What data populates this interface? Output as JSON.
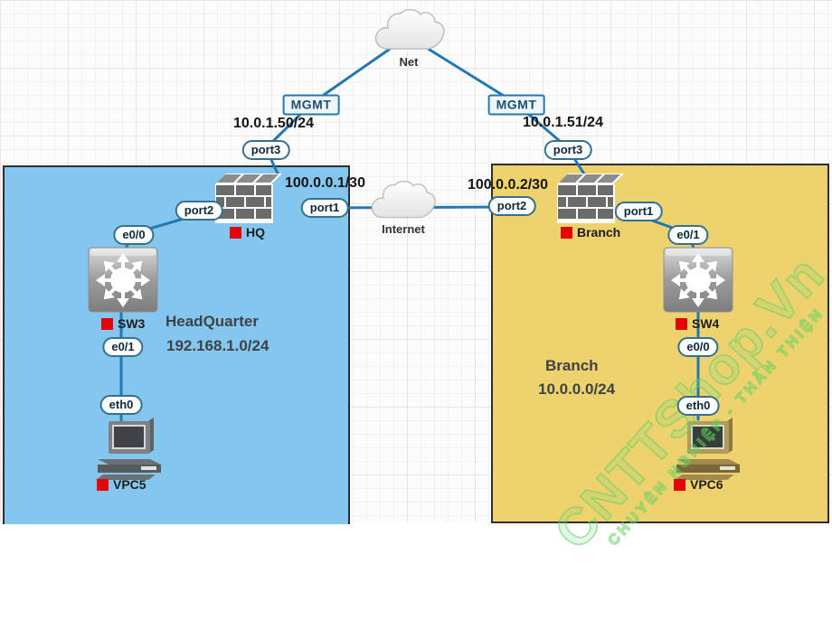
{
  "colors": {
    "zone_hq_fill": "#85c6ee",
    "zone_branch_fill": "#edd26e",
    "link_blue": "#2278b5",
    "device_label_red": "#e30505",
    "watermark_green": "#5cd05c"
  },
  "clouds": {
    "net": {
      "label": "Net"
    },
    "internet": {
      "label": "Internet"
    }
  },
  "mgmt": {
    "left": {
      "badge": "MGMT",
      "ip": "10.0.1.50/24"
    },
    "right": {
      "badge": "MGMT",
      "ip": "10.0.1.51/24"
    }
  },
  "wan": {
    "left_ip": "100.0.0.1/30",
    "right_ip": "100.0.0.2/30"
  },
  "zones": {
    "hq": {
      "title": "HeadQuarter",
      "subnet": "192.168.1.0/24"
    },
    "branch": {
      "title": "Branch",
      "subnet": "10.0.0.0/24"
    }
  },
  "devices": {
    "fw_hq": {
      "name": "HQ"
    },
    "fw_branch": {
      "name": "Branch"
    },
    "sw3": {
      "name": "SW3"
    },
    "sw4": {
      "name": "SW4"
    },
    "vpc5": {
      "name": "VPC5"
    },
    "vpc6": {
      "name": "VPC6"
    }
  },
  "ports": {
    "hq_port3": "port3",
    "hq_port2": "port2",
    "hq_port1": "port1",
    "br_port3": "port3",
    "br_port2": "port2",
    "br_port1": "port1",
    "sw3_e00": "e0/0",
    "sw3_e01": "e0/1",
    "sw4_e01": "e0/1",
    "sw4_e00": "e0/0",
    "vpc5_eth0": "eth0",
    "vpc6_eth0": "eth0"
  },
  "watermark": {
    "line1": "CNTTShop.Vn",
    "line2": "CHUYÊN NGHIỆP - THÂN THIỆN"
  }
}
